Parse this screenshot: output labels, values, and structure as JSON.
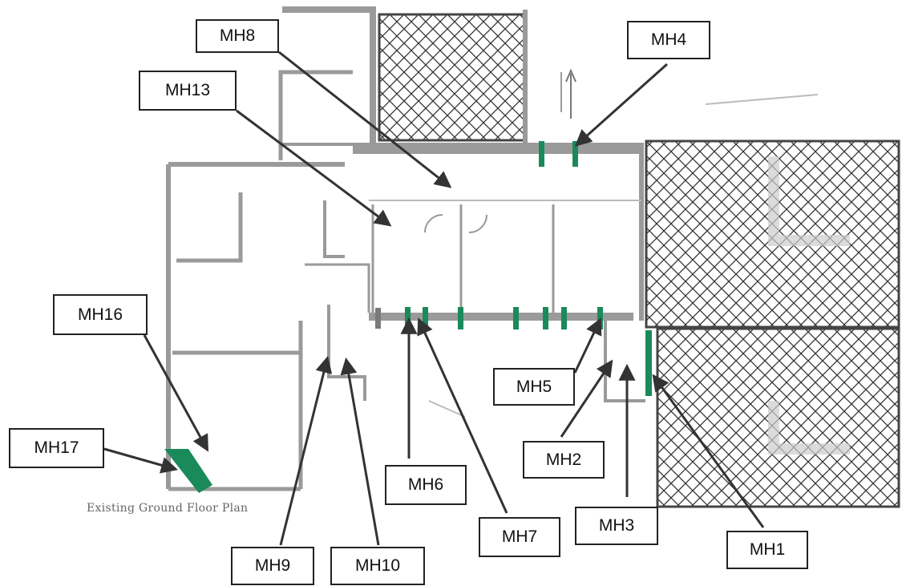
{
  "caption": "Existing Ground Floor Plan",
  "colors": {
    "marker": "#1a8a5a",
    "grey_marker": "#7a7a7a",
    "wall": "#9a9a9a",
    "hatch": "#333333"
  },
  "labels": {
    "mh1": "MH1",
    "mh2": "MH2",
    "mh3": "MH3",
    "mh4": "MH4",
    "mh5": "MH5",
    "mh6": "MH6",
    "mh7": "MH7",
    "mh8": "MH8",
    "mh9": "MH9",
    "mh10": "MH10",
    "mh13": "MH13",
    "mh16": "MH16",
    "mh17": "MH17"
  }
}
